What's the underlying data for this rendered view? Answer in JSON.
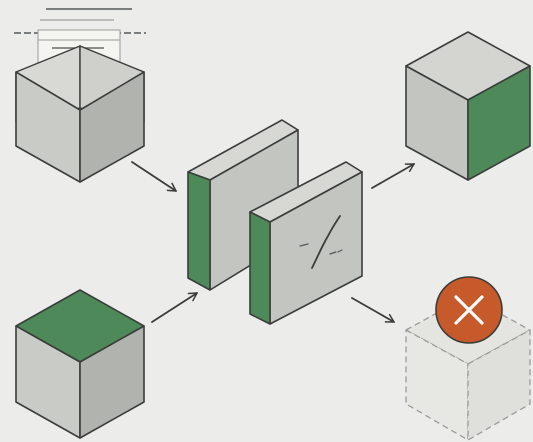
{
  "colors": {
    "background": "#ecedea",
    "cube_light": "#c9cbc6",
    "cube_left": "#b8bab5",
    "cube_right": "#a6a9a3",
    "accent_green": "#4e8a59",
    "accent_green_dark": "#3f7a4b",
    "outline": "#3b3d3a",
    "reject_orange": "#c75a2a",
    "ghost_fill": "#e4e5e1",
    "ghost_stroke": "#9a9c97"
  },
  "diagram": {
    "inputs": [
      {
        "id": "input-document-box",
        "icon": "open-box-with-document-icon"
      },
      {
        "id": "input-green-cube",
        "icon": "green-top-cube-icon"
      }
    ],
    "processor": {
      "id": "twin-slab-filter",
      "icon": "slash-symbol-icon"
    },
    "outputs": [
      {
        "id": "accepted-cube",
        "icon": "green-side-cube-icon"
      },
      {
        "id": "rejected-cube",
        "icon": "dashed-cube-icon",
        "status_icon": "close-icon"
      }
    ]
  }
}
